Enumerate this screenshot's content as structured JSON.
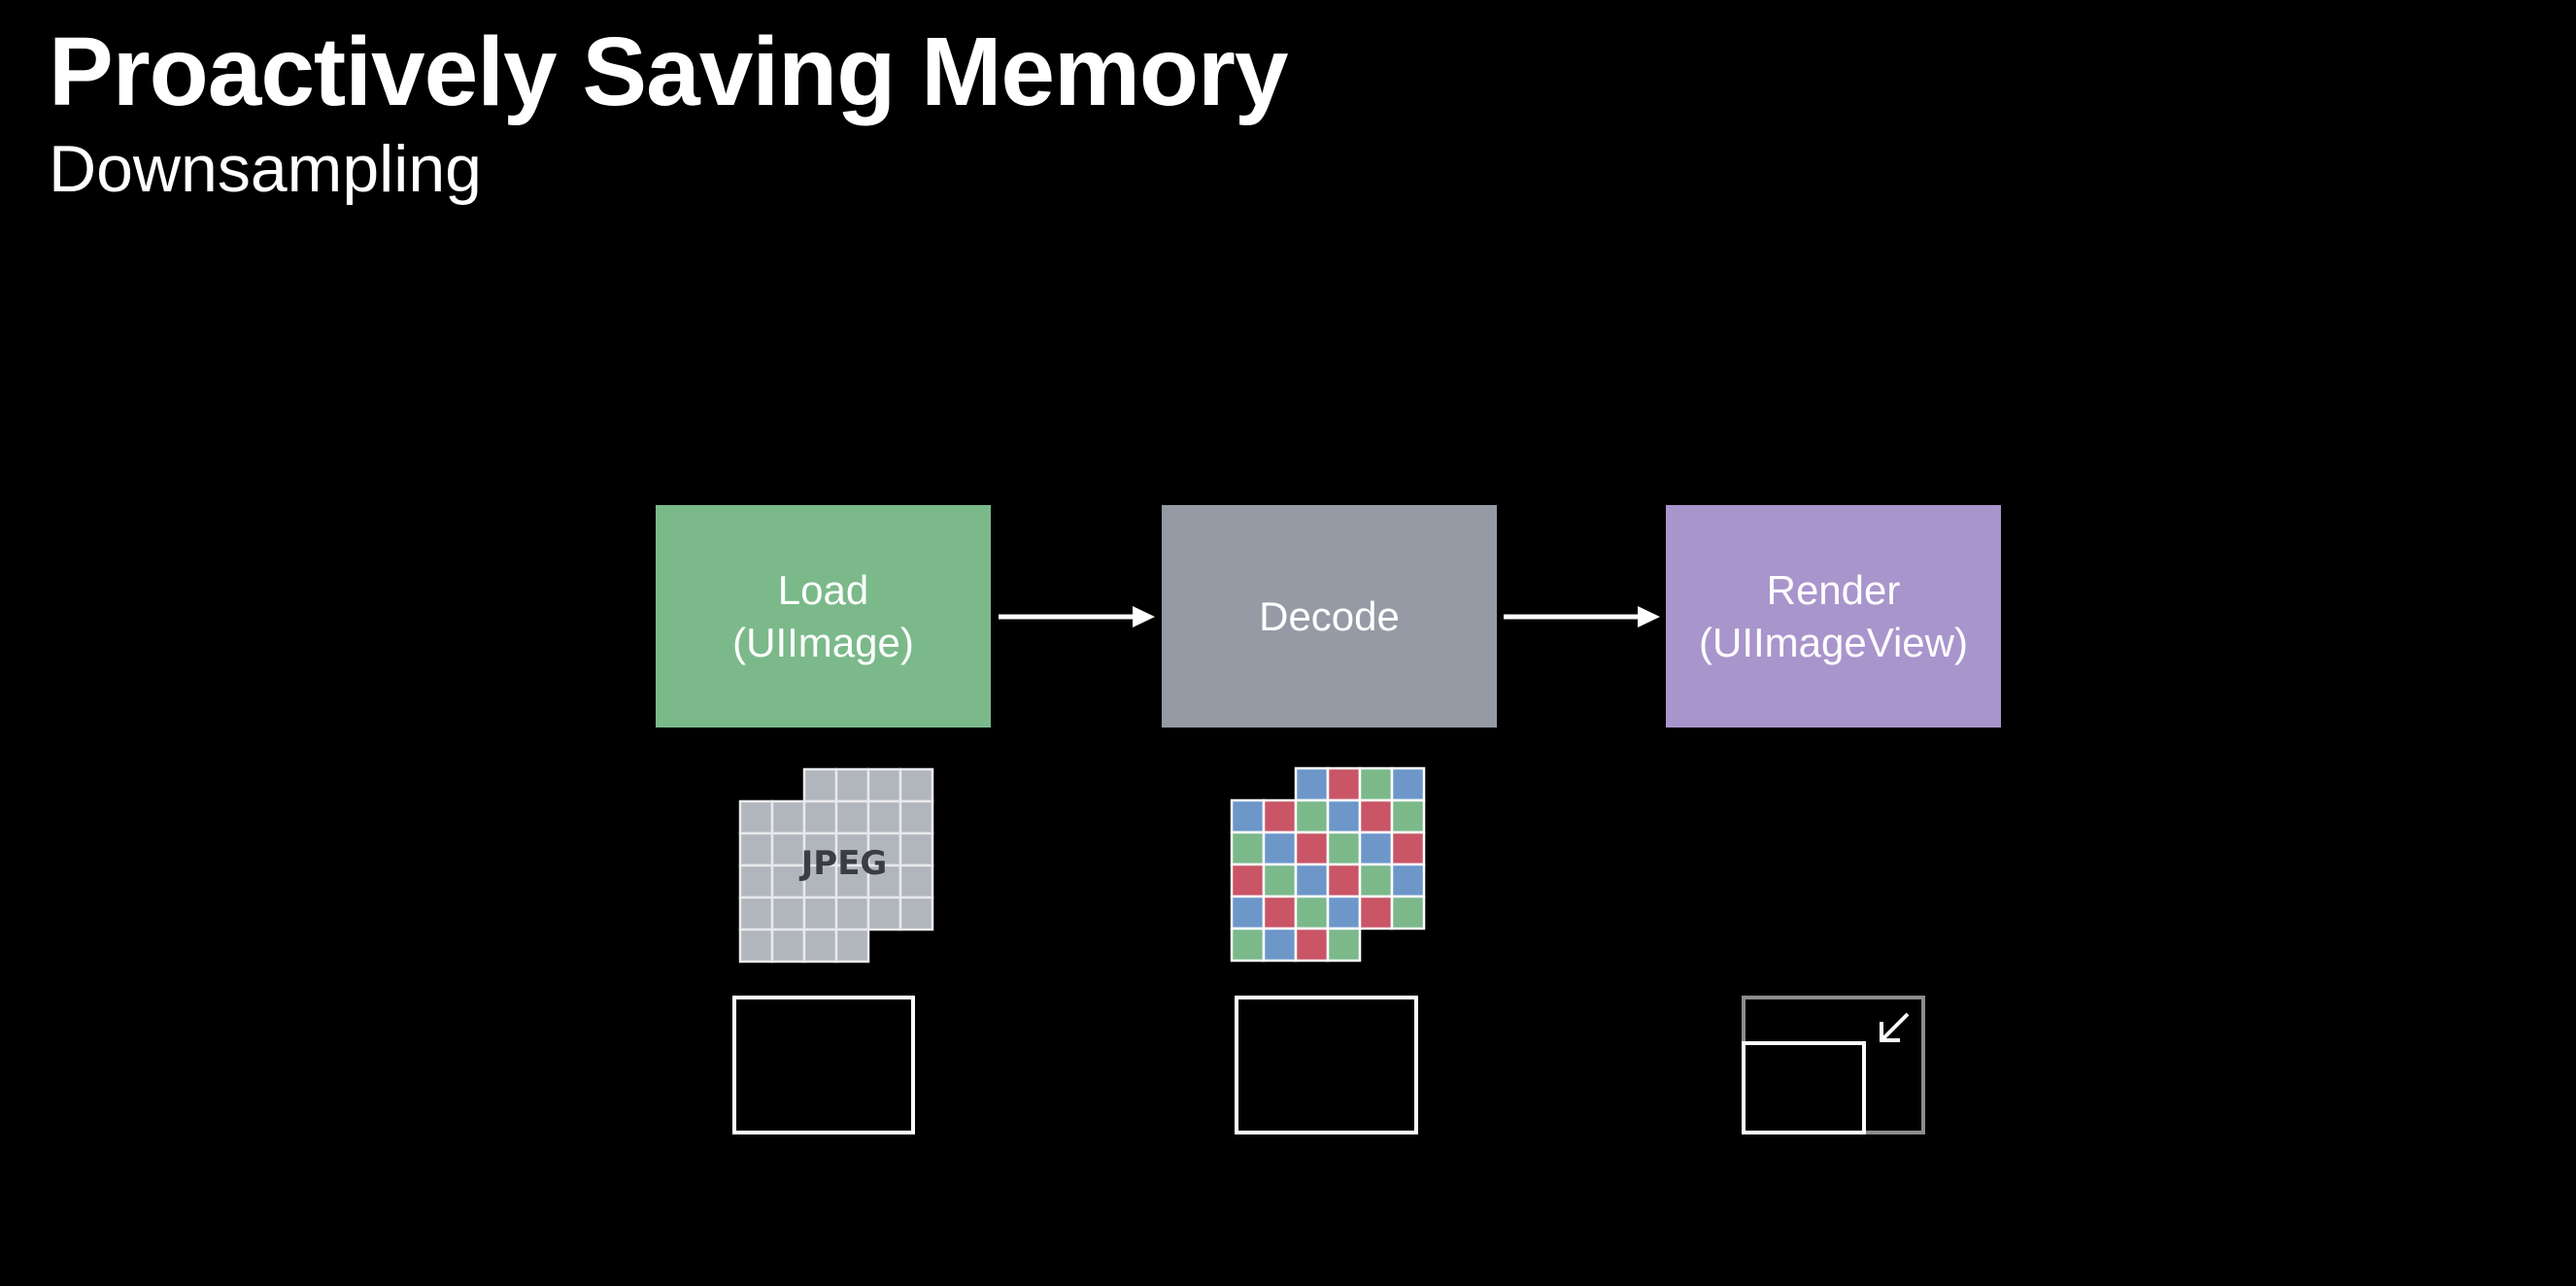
{
  "title": "Proactively Saving Memory",
  "subtitle": "Downsampling",
  "stages": [
    {
      "label": "Load\n(UIImage)",
      "color": "#7bb98a"
    },
    {
      "label": "Decode",
      "color": "#959aa4"
    },
    {
      "label": "Render\n(UIImageView)",
      "color": "#a895cc"
    }
  ],
  "jpeg_label": "JPEG",
  "colors": {
    "background": "#000000",
    "jpeg_tile": "#b1b5bc",
    "pixel_red": "#c95566",
    "pixel_green": "#7bb98a",
    "pixel_blue": "#6d97c9",
    "render_outer_frame": "#8c8c8c"
  },
  "icons": [
    "arrow-right-icon",
    "arrow-right-icon",
    "jpeg-file-icon",
    "decoded-pixel-grid-icon",
    "buffer-frame-icon",
    "buffer-frame-icon",
    "downsample-frame-icon"
  ]
}
